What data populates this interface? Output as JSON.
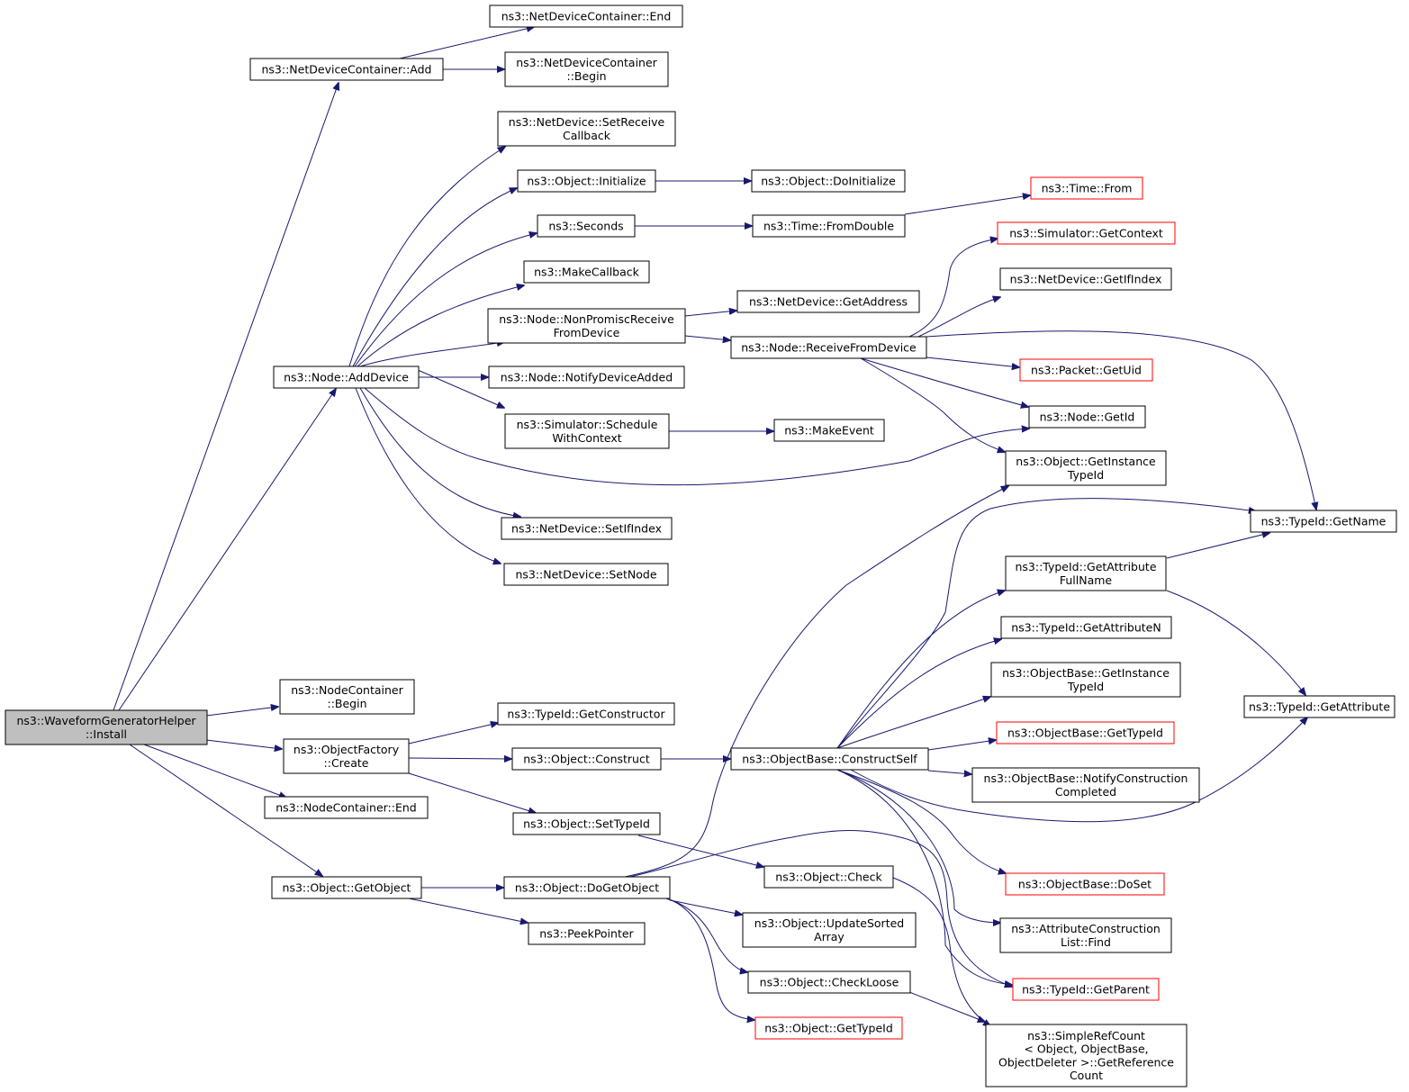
{
  "colors": {
    "edge": "#191970",
    "node_border": "#000000",
    "truncated_border": "#ff0000",
    "root_fill": "#bfbfbf"
  },
  "nodes": {
    "install": [
      "ns3::WaveformGeneratorHelper",
      "::Install"
    ],
    "ndc_add": [
      "ns3::NetDeviceContainer::Add"
    ],
    "ndc_end": [
      "ns3::NetDeviceContainer::End"
    ],
    "ndc_begin": [
      "ns3::NetDeviceContainer",
      "::Begin"
    ],
    "nd_setreceive": [
      "ns3::NetDevice::SetReceive",
      "Callback"
    ],
    "obj_initialize": [
      "ns3::Object::Initialize"
    ],
    "obj_doinitialize": [
      "ns3::Object::DoInitialize"
    ],
    "seconds": [
      "ns3::Seconds"
    ],
    "time_fromdouble": [
      "ns3::Time::FromDouble"
    ],
    "time_from": [
      "ns3::Time::From"
    ],
    "makecallback": [
      "ns3::MakeCallback"
    ],
    "sim_getcontext": [
      "ns3::Simulator::GetContext"
    ],
    "nd_getifindex": [
      "ns3::NetDevice::GetIfIndex"
    ],
    "node_nonpromisc": [
      "ns3::Node::NonPromiscReceive",
      "FromDevice"
    ],
    "nd_getaddress": [
      "ns3::NetDevice::GetAddress"
    ],
    "node_receive": [
      "ns3::Node::ReceiveFromDevice"
    ],
    "node_adddevice": [
      "ns3::Node::AddDevice"
    ],
    "node_notify": [
      "ns3::Node::NotifyDeviceAdded"
    ],
    "packet_getuid": [
      "ns3::Packet::GetUid"
    ],
    "node_getid": [
      "ns3::Node::GetId"
    ],
    "sim_schedule": [
      "ns3::Simulator::Schedule",
      "WithContext"
    ],
    "makeevent": [
      "ns3::MakeEvent"
    ],
    "obj_getinstancetypeid": [
      "ns3::Object::GetInstance",
      "TypeId"
    ],
    "typeid_getname": [
      "ns3::TypeId::GetName"
    ],
    "nd_setifindex": [
      "ns3::NetDevice::SetIfIndex"
    ],
    "typeid_getattrfull": [
      "ns3::TypeId::GetAttribute",
      "FullName"
    ],
    "nd_setnode": [
      "ns3::NetDevice::SetNode"
    ],
    "typeid_getattrn": [
      "ns3::TypeId::GetAttributeN"
    ],
    "nc_begin": [
      "ns3::NodeContainer",
      "::Begin"
    ],
    "ob_getinstancetypeid": [
      "ns3::ObjectBase::GetInstance",
      "TypeId"
    ],
    "typeid_getattribute": [
      "ns3::TypeId::GetAttribute"
    ],
    "typeid_getconstructor": [
      "ns3::TypeId::GetConstructor"
    ],
    "ob_gettypeid": [
      "ns3::ObjectBase::GetTypeId"
    ],
    "of_create": [
      "ns3::ObjectFactory",
      "::Create"
    ],
    "obj_construct": [
      "ns3::Object::Construct"
    ],
    "ob_constructself": [
      "ns3::ObjectBase::ConstructSelf"
    ],
    "ob_notifyconstruction": [
      "ns3::ObjectBase::NotifyConstruction",
      "Completed"
    ],
    "nc_end": [
      "ns3::NodeContainer::End"
    ],
    "obj_settypeid": [
      "ns3::Object::SetTypeId"
    ],
    "obj_check": [
      "ns3::Object::Check"
    ],
    "ob_doset": [
      "ns3::ObjectBase::DoSet"
    ],
    "obj_getobject": [
      "ns3::Object::GetObject"
    ],
    "obj_dogetobject": [
      "ns3::Object::DoGetObject"
    ],
    "obj_updatesorted": [
      "ns3::Object::UpdateSorted",
      "Array"
    ],
    "acl_find": [
      "ns3::AttributeConstruction",
      "List::Find"
    ],
    "peekpointer": [
      "ns3::PeekPointer"
    ],
    "obj_checkloose": [
      "ns3::Object::CheckLoose"
    ],
    "typeid_getparent": [
      "ns3::TypeId::GetParent"
    ],
    "obj_gettypeid": [
      "ns3::Object::GetTypeId"
    ],
    "simplerefcount": [
      "ns3::SimpleRefCount",
      "< Object, ObjectBase,",
      "ObjectDeleter >::GetReference",
      "Count"
    ]
  }
}
